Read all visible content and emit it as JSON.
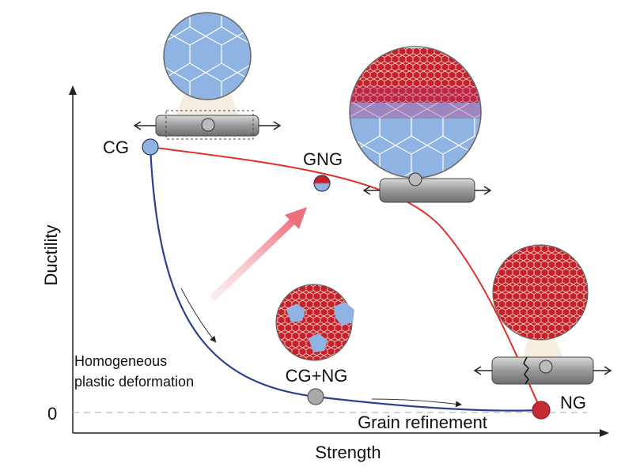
{
  "axes": {
    "x_label": "Strength",
    "y_label": "Ductility",
    "zero_label": "0"
  },
  "points": {
    "cg": "CG",
    "gng": "GNG",
    "cgng": "CG+NG",
    "ng": "NG"
  },
  "annotations": {
    "homogeneous_line1": "Homogeneous",
    "homogeneous_line2": "plastic deformation",
    "grain_refinement": "Grain refinement"
  },
  "colors": {
    "red_curve": "#e0302a",
    "blue_curve": "#2d3f8f",
    "cg_grain": "#8fb4e3",
    "ng_grain": "#c8202a",
    "cgng_point": "#a9a9a9",
    "ng_point": "#c62a36",
    "arrow": "#f08a93"
  }
}
